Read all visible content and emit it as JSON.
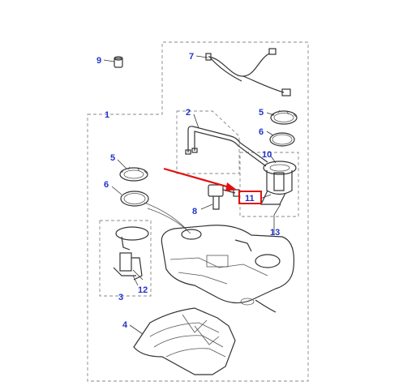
{
  "diagram": {
    "callouts": [
      "1",
      "2",
      "3",
      "4",
      "5",
      "5",
      "6",
      "6",
      "7",
      "8",
      "9",
      "10",
      "11",
      "12",
      "13"
    ],
    "highlighted_callout": "11",
    "colors": {
      "callout_text": "#2233cc",
      "highlight": "#e01010",
      "arrow": "#e01010",
      "line": "#333333",
      "boundary": "#888888"
    },
    "icons": [
      "fuel-tank-icon",
      "fuel-pump-module-icon",
      "fuel-sender-unit-icon",
      "lock-ring-icon",
      "seal-ring-icon",
      "fuel-pipe-icon",
      "wiring-harness-icon",
      "heat-shield-icon",
      "pressure-sensor-icon",
      "pressure-relief-valve-icon"
    ]
  }
}
